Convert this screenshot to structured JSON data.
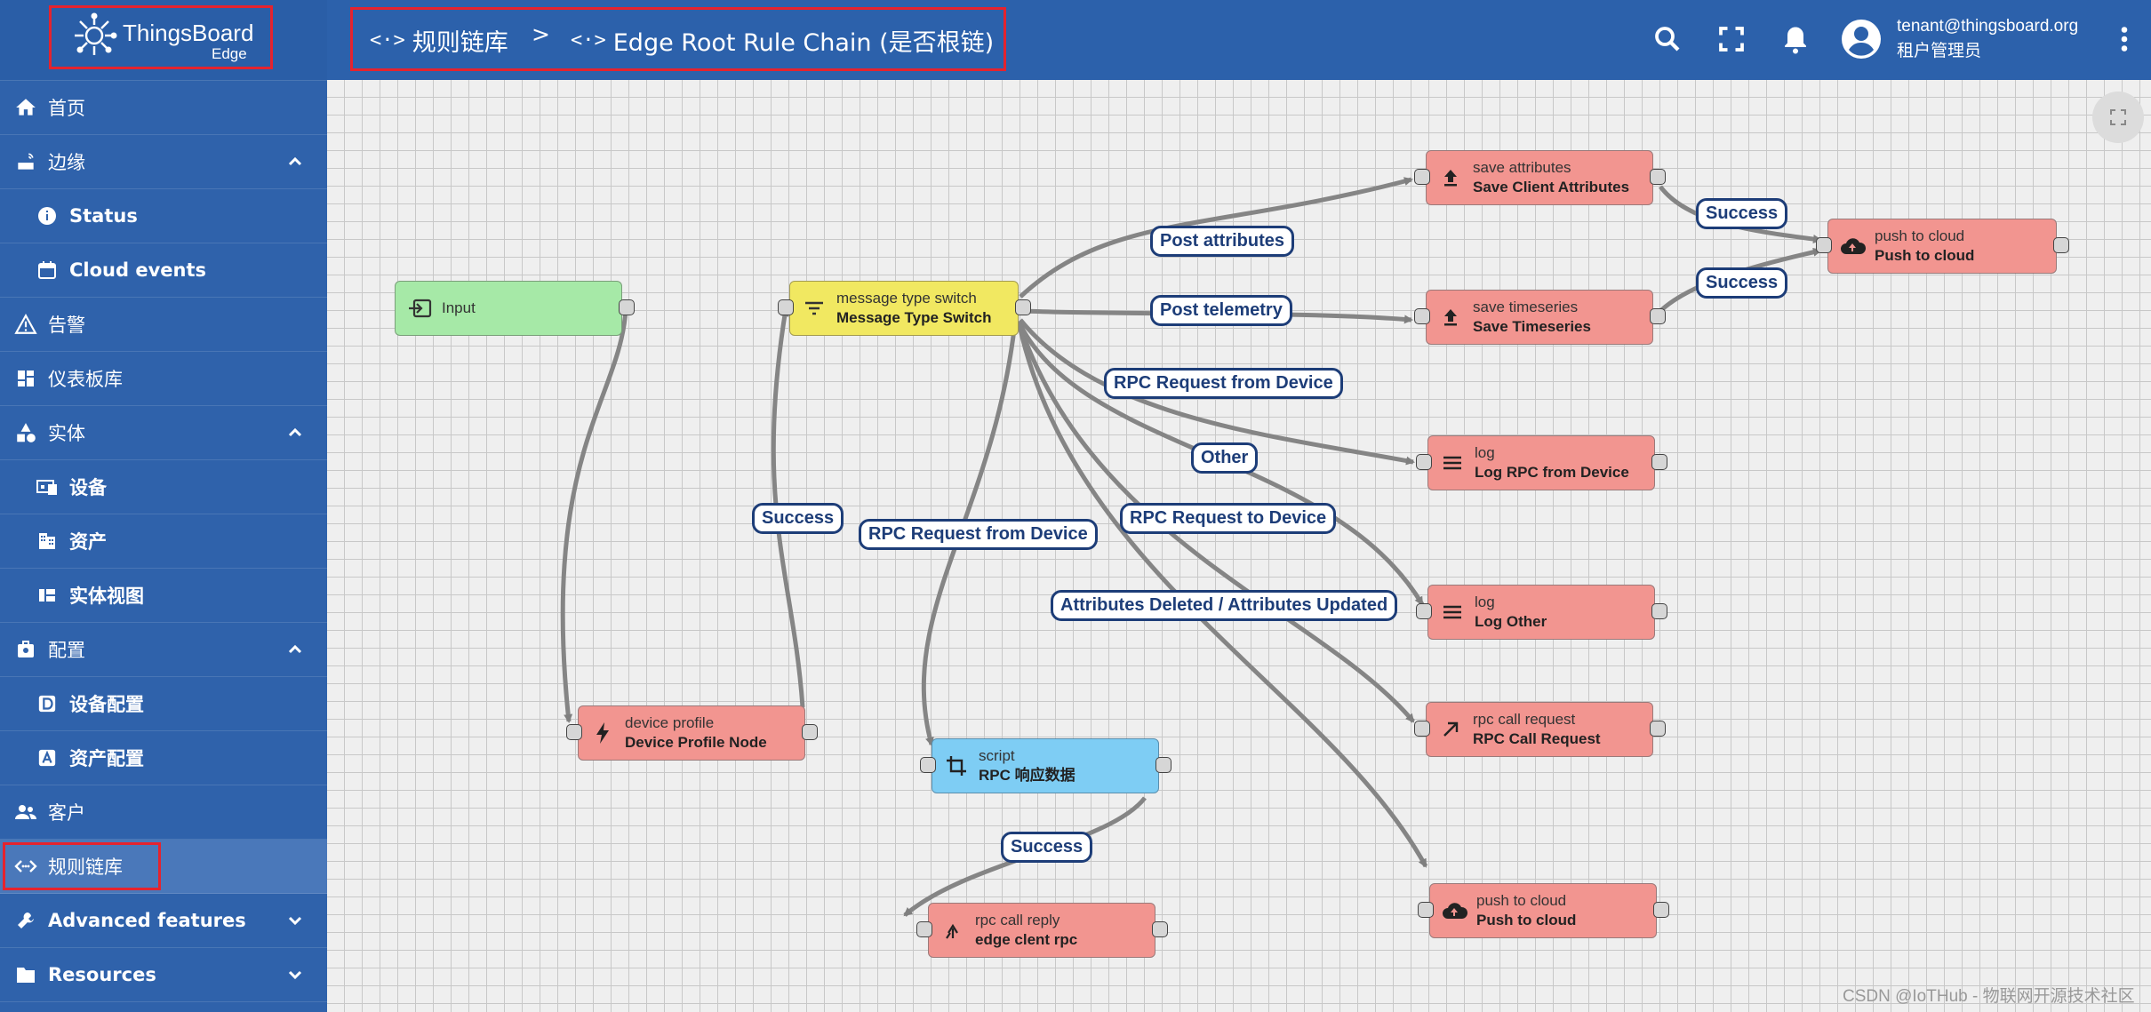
{
  "app": {
    "name": "ThingsBoard",
    "sub": "Edge"
  },
  "menu": [
    {
      "label": "首页",
      "icon": "home-icon",
      "sub": false
    },
    {
      "label": "边缘",
      "icon": "router-icon",
      "sub": false,
      "chevron": "up"
    },
    {
      "label": "Status",
      "icon": "info-icon",
      "sub": true
    },
    {
      "label": "Cloud events",
      "icon": "calendar-icon",
      "sub": true
    },
    {
      "label": "告警",
      "icon": "warning-icon",
      "sub": false
    },
    {
      "label": "仪表板库",
      "icon": "dashboard-icon",
      "sub": false
    },
    {
      "label": "实体",
      "icon": "category-icon",
      "sub": false,
      "chevron": "up"
    },
    {
      "label": "设备",
      "icon": "devices-icon",
      "sub": true
    },
    {
      "label": "资产",
      "icon": "domain-icon",
      "sub": true
    },
    {
      "label": "实体视图",
      "icon": "view-quilt-icon",
      "sub": true
    },
    {
      "label": "配置",
      "icon": "settings-applications-icon",
      "sub": false,
      "chevron": "up"
    },
    {
      "label": "设备配置",
      "icon": "device-profile-icon",
      "sub": true
    },
    {
      "label": "资产配置",
      "icon": "asset-profile-icon",
      "sub": true
    },
    {
      "label": "客户",
      "icon": "people-icon",
      "sub": false
    },
    {
      "label": "规则链库",
      "icon": "code-icon",
      "sub": false,
      "active": true
    },
    {
      "label": "Advanced features",
      "icon": "build-icon",
      "sub": false,
      "chevron": "down",
      "bold": true
    },
    {
      "label": "Resources",
      "icon": "folder-icon",
      "sub": false,
      "chevron": "down",
      "bold": true
    }
  ],
  "breadcrumb": {
    "first": "规则链库",
    "separator": ">",
    "second": "Edge Root Rule Chain (是否根链)"
  },
  "user": {
    "email": "tenant@thingsboard.org",
    "role": "租户管理员"
  },
  "nodes": [
    {
      "id": "input",
      "type": "",
      "name": "Input",
      "color": "#a6e9a7"
    },
    {
      "id": "mts",
      "type": "message type switch",
      "name": "Message Type Switch",
      "color": "#f1e861"
    },
    {
      "id": "dpn",
      "type": "device profile",
      "name": "Device Profile Node",
      "color": "#f29590"
    },
    {
      "id": "sca",
      "type": "save attributes",
      "name": "Save Client Attributes",
      "color": "#f29590"
    },
    {
      "id": "sts",
      "type": "save timeseries",
      "name": "Save Timeseries",
      "color": "#f29590"
    },
    {
      "id": "ptc1",
      "type": "push to cloud",
      "name": "Push to cloud",
      "color": "#f29590"
    },
    {
      "id": "logrpc",
      "type": "log",
      "name": "Log RPC from Device",
      "color": "#f29590"
    },
    {
      "id": "logother",
      "type": "log",
      "name": "Log Other",
      "color": "#f29590"
    },
    {
      "id": "rpccall",
      "type": "rpc call request",
      "name": "RPC Call Request",
      "color": "#f29590"
    },
    {
      "id": "script",
      "type": "script",
      "name": "RPC 响应数据",
      "color": "#7ecdf4"
    },
    {
      "id": "rpcreply",
      "type": "rpc call reply",
      "name": "edge clent rpc",
      "color": "#f29590"
    },
    {
      "id": "ptc2",
      "type": "push to cloud",
      "name": "Push to cloud",
      "color": "#f29590"
    }
  ],
  "labels": {
    "post_attributes": "Post attributes",
    "post_telemetry": "Post telemetry",
    "rpc_from_device_1": "RPC Request from Device",
    "other": "Other",
    "rpc_from_device_2": "RPC Request from Device",
    "rpc_to_device": "RPC Request to Device",
    "attr_deleted": "Attributes Deleted / Attributes Updated",
    "success_dpn": "Success",
    "success_sca": "Success",
    "success_sts": "Success",
    "success_script": "Success"
  },
  "watermark": "CSDN @IoTHub - 物联网开源技术社区",
  "colors": {
    "sidebar": "#2f62ab",
    "topbar": "#2c61ab",
    "highlight": "#e5232e",
    "label_border": "#1d3d78"
  }
}
